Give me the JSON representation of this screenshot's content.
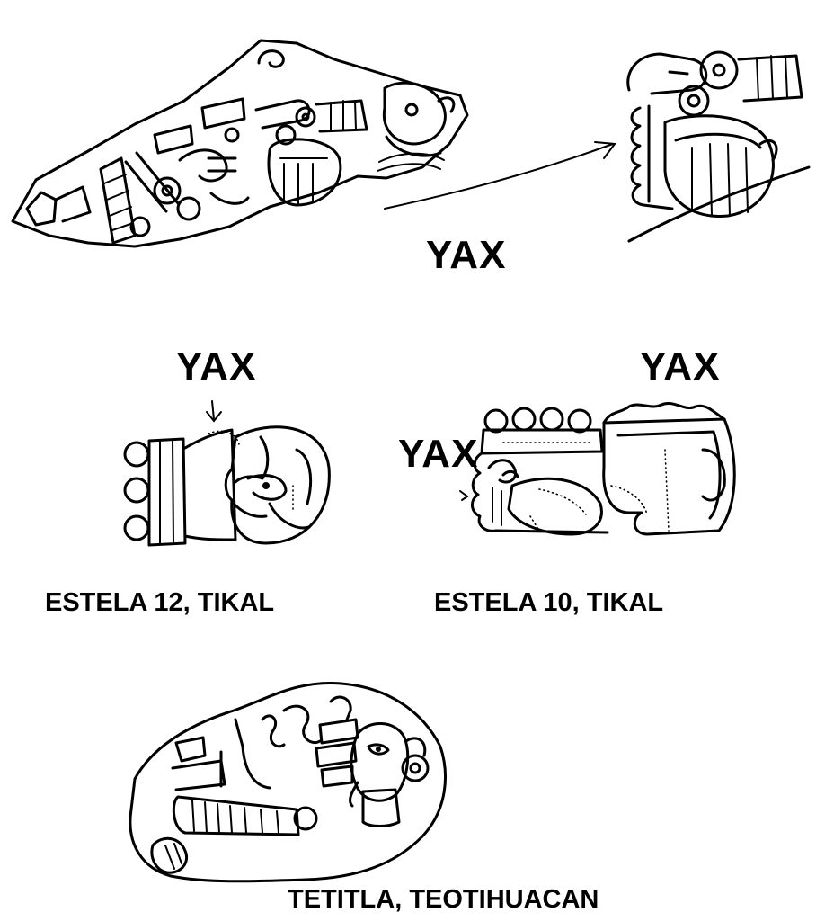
{
  "labels": {
    "yax_top": "YAX",
    "yax_left": "YAX",
    "yax_right": "YAX",
    "yax_inline": "YAX",
    "estela_12": "ESTELA 12, TIKAL",
    "estela_10": "ESTELA 10, TIKAL",
    "tetitla": "TETITLA, TEOTIHUACAN"
  },
  "colors": {
    "ink": "#000000",
    "paper": "#ffffff"
  }
}
